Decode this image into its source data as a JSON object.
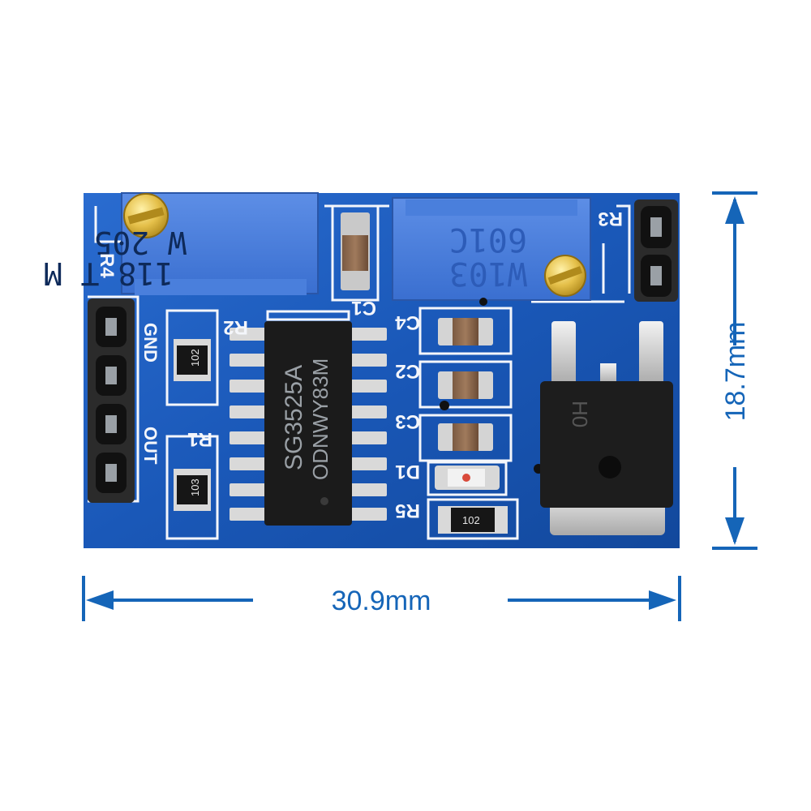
{
  "dimensions": {
    "width_label": "30.9mm",
    "height_label": "18.7mm",
    "line_color": "#1565b8"
  },
  "board": {
    "pcb_color": "#1957b8",
    "silkscreen_color": "#f4f6fb",
    "labels": {
      "r1": "R1",
      "r2": "R2",
      "r3": "R3",
      "r4": "R4",
      "r5": "R5",
      "c1": "C1",
      "c2": "C2",
      "c3": "C3",
      "c4": "C4",
      "d1": "D1",
      "gnd": "GND",
      "out": "OUT"
    },
    "ic": {
      "line1": "SG3525A",
      "line2": "ODNWY83M"
    },
    "potentiometer_left": {
      "line1": "W 205",
      "line2": "118 T M"
    },
    "potentiometer_right": {
      "line1": "601C",
      "line2": "W103"
    },
    "resistor_codes": {
      "r1": "103",
      "r2": "102",
      "r5": "102"
    },
    "mosfet_marking": "H0"
  }
}
